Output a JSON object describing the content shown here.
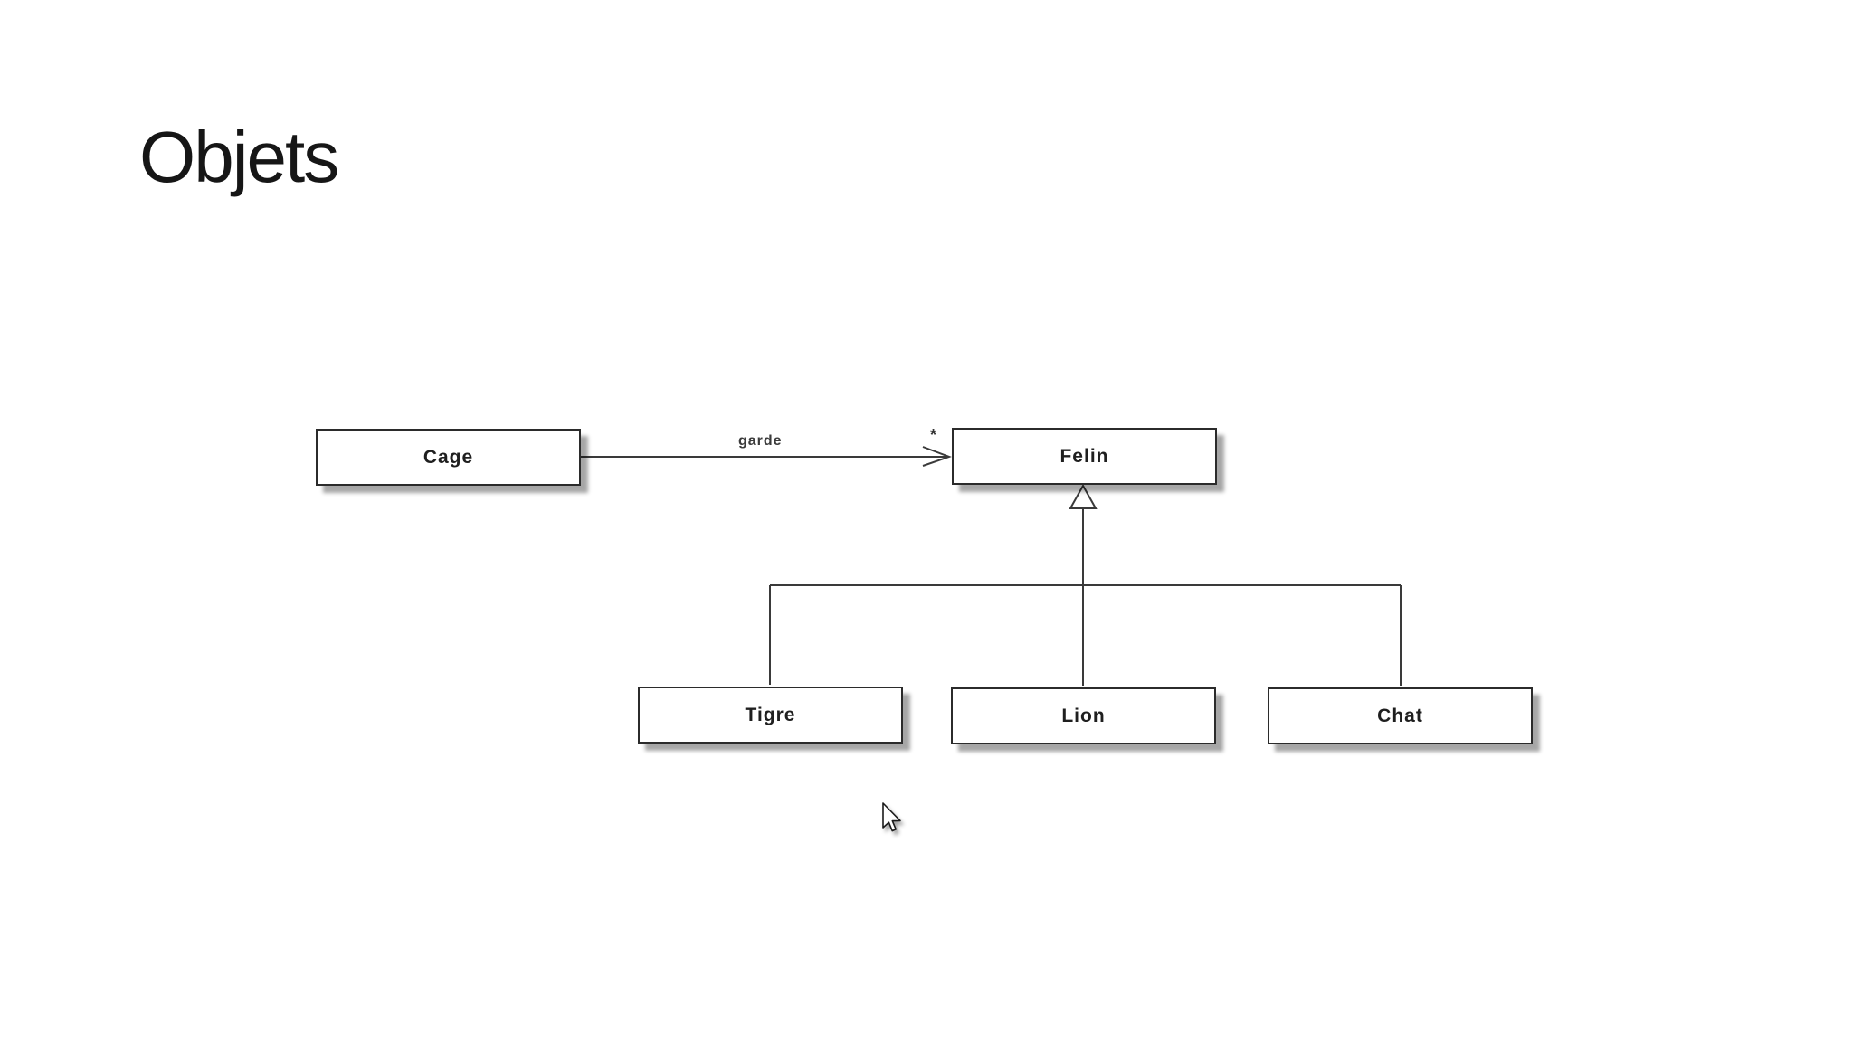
{
  "slide": {
    "title": "Objets"
  },
  "diagram": {
    "type": "uml-class-diagram",
    "classes": [
      {
        "name": "Cage"
      },
      {
        "name": "Felin"
      },
      {
        "name": "Tigre"
      },
      {
        "name": "Lion"
      },
      {
        "name": "Chat"
      }
    ],
    "association": {
      "from": "Cage",
      "to": "Felin",
      "label": "garde",
      "multiplicity": "*"
    },
    "generalization": {
      "parent": "Felin",
      "children": [
        "Tigre",
        "Lion",
        "Chat"
      ]
    },
    "colors": {
      "line": "#3a3a3a",
      "box_border": "#2b2b2b",
      "box_fill": "#ffffff",
      "label_text": "#1f1f1f",
      "background": "#ffffff"
    }
  },
  "cursor": {
    "type": "arrow-pointer"
  }
}
